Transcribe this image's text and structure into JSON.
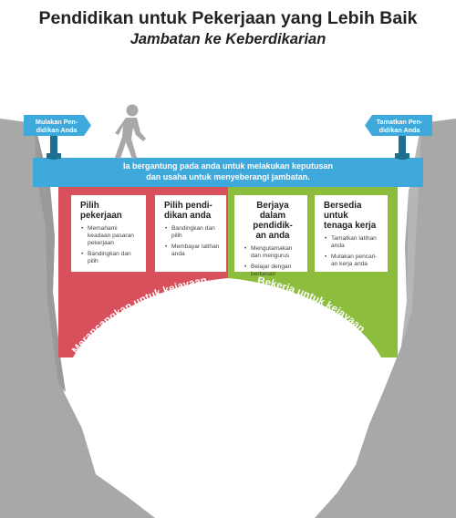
{
  "title": "Pendidikan untuk Pekerjaan yang Lebih Baik",
  "subtitle": "Jambatan ke Keberdikarian",
  "signs": {
    "left": [
      "Mulakan Pen-",
      "didikan Anda"
    ],
    "right": [
      "Tamatkan Pen-",
      "didikan Anda"
    ]
  },
  "banner": [
    "Ia bergantung pada anda untuk melakukan keputusan",
    "dan usaha untuk menyeberangi jambatan."
  ],
  "cards": [
    {
      "title": [
        "Pilih pekerjaan"
      ],
      "bullets": [
        [
          "Memahami",
          "keadaan pasaran",
          "pekerjaan"
        ],
        [
          "Bandingkan dan",
          "pilih"
        ]
      ]
    },
    {
      "title": [
        "Pilih pendi-",
        "dikan anda"
      ],
      "bullets": [
        [
          "Bandingkan dan",
          "pilih"
        ],
        [
          "Membayar latihan",
          "anda"
        ]
      ]
    },
    {
      "title": [
        "Berjaya dalam",
        "pendidik-",
        "an anda"
      ],
      "bullets": [
        [
          "Mengutamakan",
          "dan mengurus"
        ],
        [
          "Belajar dengan",
          "berkesan"
        ]
      ]
    },
    {
      "title": [
        "Bersedia untuk",
        "tenaga kerja"
      ],
      "bullets": [
        [
          "Tamatkan latihan",
          "anda"
        ],
        [
          "Mulakan pencari-",
          "an kerja anda"
        ]
      ]
    }
  ],
  "arcs": {
    "left": "Merancangkan untuk kejayaan",
    "right": "Bekerja untuk kejayaan"
  },
  "colors": {
    "banner_blue": "#3fa9dc",
    "left_red": "#d8505c",
    "right_green": "#8cbd3c",
    "rock_gray": "#a7a7a7",
    "sign_post": "#1e6f8f"
  },
  "icons": [
    "walking-person-icon",
    "signpost-icon"
  ]
}
